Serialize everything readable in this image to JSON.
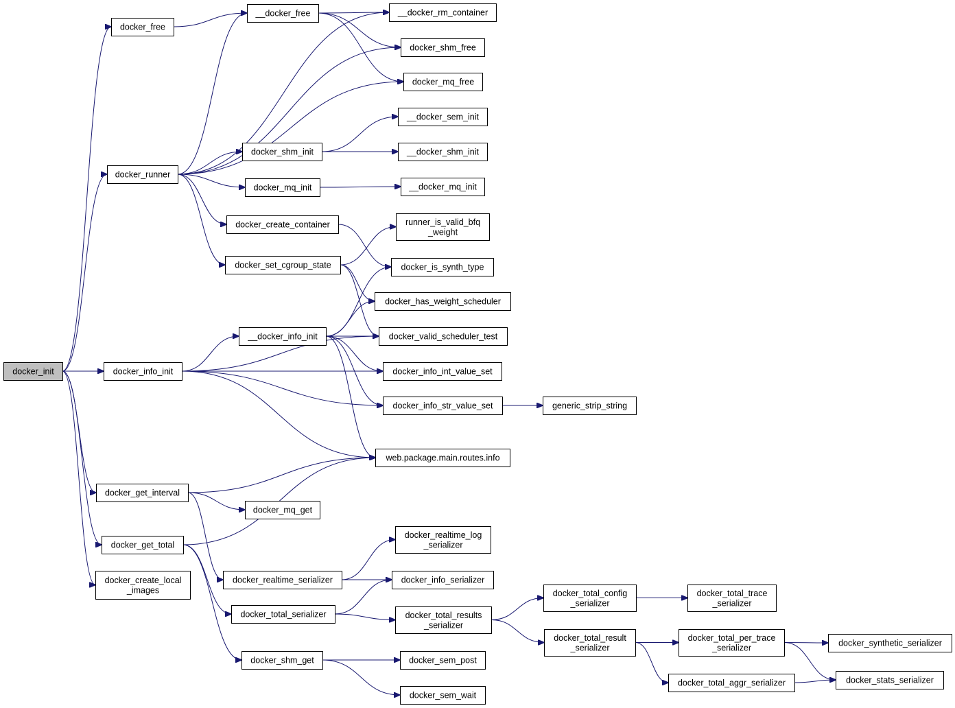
{
  "graph": {
    "root": "docker_init",
    "edge_color": "#191970",
    "node_fill": "#ffffff",
    "root_fill": "#bfbfbf",
    "nodes": [
      {
        "id": "docker_init",
        "label": [
          "docker_init"
        ]
      },
      {
        "id": "docker_free",
        "label": [
          "docker_free"
        ]
      },
      {
        "id": "__docker_free",
        "label": [
          "__docker_free"
        ]
      },
      {
        "id": "__docker_rm_container",
        "label": [
          "__docker_rm_container"
        ]
      },
      {
        "id": "docker_shm_free",
        "label": [
          "docker_shm_free"
        ]
      },
      {
        "id": "docker_mq_free",
        "label": [
          "docker_mq_free"
        ]
      },
      {
        "id": "__docker_sem_init",
        "label": [
          "__docker_sem_init"
        ]
      },
      {
        "id": "docker_shm_init",
        "label": [
          "docker_shm_init"
        ]
      },
      {
        "id": "__docker_shm_init",
        "label": [
          "__docker_shm_init"
        ]
      },
      {
        "id": "docker_runner",
        "label": [
          "docker_runner"
        ]
      },
      {
        "id": "docker_mq_init",
        "label": [
          "docker_mq_init"
        ]
      },
      {
        "id": "__docker_mq_init",
        "label": [
          "__docker_mq_init"
        ]
      },
      {
        "id": "docker_create_container",
        "label": [
          "docker_create_container"
        ]
      },
      {
        "id": "runner_is_valid_bfq_weight",
        "label": [
          "runner_is_valid_bfq",
          "_weight"
        ]
      },
      {
        "id": "docker_set_cgroup_state",
        "label": [
          "docker_set_cgroup_state"
        ]
      },
      {
        "id": "docker_is_synth_type",
        "label": [
          "docker_is_synth_type"
        ]
      },
      {
        "id": "docker_has_weight_scheduler",
        "label": [
          "docker_has_weight_scheduler"
        ]
      },
      {
        "id": "__docker_info_init",
        "label": [
          "__docker_info_init"
        ]
      },
      {
        "id": "docker_valid_scheduler_test",
        "label": [
          "docker_valid_scheduler_test"
        ]
      },
      {
        "id": "docker_info_init",
        "label": [
          "docker_info_init"
        ]
      },
      {
        "id": "docker_info_int_value_set",
        "label": [
          "docker_info_int_value_set"
        ]
      },
      {
        "id": "docker_info_str_value_set",
        "label": [
          "docker_info_str_value_set"
        ]
      },
      {
        "id": "generic_strip_string",
        "label": [
          "generic_strip_string"
        ]
      },
      {
        "id": "web_package_main_routes_info",
        "label": [
          "web.package.main.routes.info"
        ]
      },
      {
        "id": "docker_get_interval",
        "label": [
          "docker_get_interval"
        ]
      },
      {
        "id": "docker_mq_get",
        "label": [
          "docker_mq_get"
        ]
      },
      {
        "id": "docker_realtime_log_serializer",
        "label": [
          "docker_realtime_log",
          "_serializer"
        ]
      },
      {
        "id": "docker_get_total",
        "label": [
          "docker_get_total"
        ]
      },
      {
        "id": "docker_create_local_images",
        "label": [
          "docker_create_local",
          "_images"
        ]
      },
      {
        "id": "docker_realtime_serializer",
        "label": [
          "docker_realtime_serializer"
        ]
      },
      {
        "id": "docker_info_serializer",
        "label": [
          "docker_info_serializer"
        ]
      },
      {
        "id": "docker_total_config_serializer",
        "label": [
          "docker_total_config",
          "_serializer"
        ]
      },
      {
        "id": "docker_total_trace_serializer",
        "label": [
          "docker_total_trace",
          "_serializer"
        ]
      },
      {
        "id": "docker_total_serializer",
        "label": [
          "docker_total_serializer"
        ]
      },
      {
        "id": "docker_total_results_serializer",
        "label": [
          "docker_total_results",
          "_serializer"
        ]
      },
      {
        "id": "docker_total_result_serializer",
        "label": [
          "docker_total_result",
          "_serializer"
        ]
      },
      {
        "id": "docker_total_per_trace_serializer",
        "label": [
          "docker_total_per_trace",
          "_serializer"
        ]
      },
      {
        "id": "docker_synthetic_serializer",
        "label": [
          "docker_synthetic_serializer"
        ]
      },
      {
        "id": "docker_shm_get",
        "label": [
          "docker_shm_get"
        ]
      },
      {
        "id": "docker_sem_post",
        "label": [
          "docker_sem_post"
        ]
      },
      {
        "id": "docker_total_aggr_serializer",
        "label": [
          "docker_total_aggr_serializer"
        ]
      },
      {
        "id": "docker_stats_serializer",
        "label": [
          "docker_stats_serializer"
        ]
      },
      {
        "id": "docker_sem_wait",
        "label": [
          "docker_sem_wait"
        ]
      }
    ],
    "edges": [
      [
        "docker_init",
        "docker_free"
      ],
      [
        "docker_init",
        "docker_runner"
      ],
      [
        "docker_init",
        "docker_info_init"
      ],
      [
        "docker_init",
        "docker_get_interval"
      ],
      [
        "docker_init",
        "docker_get_total"
      ],
      [
        "docker_init",
        "docker_create_local_images"
      ],
      [
        "docker_free",
        "__docker_free"
      ],
      [
        "__docker_free",
        "__docker_rm_container"
      ],
      [
        "__docker_free",
        "docker_shm_free"
      ],
      [
        "__docker_free",
        "docker_mq_free"
      ],
      [
        "docker_runner",
        "__docker_free"
      ],
      [
        "docker_runner",
        "__docker_rm_container"
      ],
      [
        "docker_runner",
        "docker_shm_free"
      ],
      [
        "docker_runner",
        "docker_mq_free"
      ],
      [
        "docker_runner",
        "docker_shm_init"
      ],
      [
        "docker_runner",
        "docker_mq_init"
      ],
      [
        "docker_runner",
        "docker_create_container"
      ],
      [
        "docker_runner",
        "docker_set_cgroup_state"
      ],
      [
        "docker_shm_init",
        "__docker_sem_init"
      ],
      [
        "docker_shm_init",
        "__docker_shm_init"
      ],
      [
        "docker_mq_init",
        "__docker_mq_init"
      ],
      [
        "docker_create_container",
        "docker_is_synth_type"
      ],
      [
        "docker_set_cgroup_state",
        "runner_is_valid_bfq_weight"
      ],
      [
        "docker_set_cgroup_state",
        "docker_has_weight_scheduler"
      ],
      [
        "docker_set_cgroup_state",
        "docker_valid_scheduler_test"
      ],
      [
        "docker_info_init",
        "docker_valid_scheduler_test"
      ],
      [
        "docker_info_init",
        "__docker_info_init"
      ],
      [
        "docker_info_init",
        "docker_info_int_value_set"
      ],
      [
        "docker_info_init",
        "docker_info_str_value_set"
      ],
      [
        "docker_info_init",
        "web_package_main_routes_info"
      ],
      [
        "__docker_info_init",
        "docker_is_synth_type"
      ],
      [
        "__docker_info_init",
        "docker_has_weight_scheduler"
      ],
      [
        "__docker_info_init",
        "docker_valid_scheduler_test"
      ],
      [
        "__docker_info_init",
        "docker_info_int_value_set"
      ],
      [
        "__docker_info_init",
        "docker_info_str_value_set"
      ],
      [
        "__docker_info_init",
        "web_package_main_routes_info"
      ],
      [
        "docker_info_str_value_set",
        "generic_strip_string"
      ],
      [
        "docker_get_interval",
        "web_package_main_routes_info"
      ],
      [
        "docker_get_interval",
        "docker_mq_get"
      ],
      [
        "docker_get_interval",
        "docker_realtime_serializer"
      ],
      [
        "docker_get_total",
        "web_package_main_routes_info"
      ],
      [
        "docker_get_total",
        "docker_total_serializer"
      ],
      [
        "docker_get_total",
        "docker_shm_get"
      ],
      [
        "docker_realtime_serializer",
        "docker_realtime_log_serializer"
      ],
      [
        "docker_realtime_serializer",
        "docker_info_serializer"
      ],
      [
        "docker_total_serializer",
        "docker_info_serializer"
      ],
      [
        "docker_total_serializer",
        "docker_total_results_serializer"
      ],
      [
        "docker_total_results_serializer",
        "docker_total_config_serializer"
      ],
      [
        "docker_total_results_serializer",
        "docker_total_result_serializer"
      ],
      [
        "docker_total_config_serializer",
        "docker_total_trace_serializer"
      ],
      [
        "docker_total_result_serializer",
        "docker_total_per_trace_serializer"
      ],
      [
        "docker_total_result_serializer",
        "docker_total_aggr_serializer"
      ],
      [
        "docker_total_per_trace_serializer",
        "docker_synthetic_serializer"
      ],
      [
        "docker_total_per_trace_serializer",
        "docker_stats_serializer"
      ],
      [
        "docker_total_aggr_serializer",
        "docker_stats_serializer"
      ],
      [
        "docker_shm_get",
        "docker_sem_post"
      ],
      [
        "docker_shm_get",
        "docker_sem_wait"
      ]
    ]
  }
}
